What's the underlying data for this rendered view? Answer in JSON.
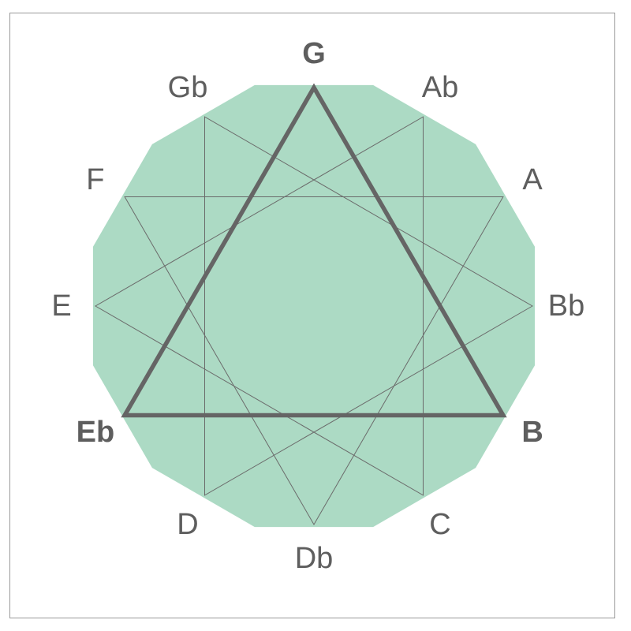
{
  "diagram": {
    "notes": [
      "G",
      "Ab",
      "A",
      "Bb",
      "B",
      "C",
      "Db",
      "D",
      "Eb",
      "E",
      "F",
      "Gb"
    ],
    "highlighted": [
      "G",
      "B",
      "Eb"
    ],
    "colors": {
      "fill": "#acdac4",
      "thin_line": "#6b6b6b",
      "triad_line": "#656565",
      "label": "#5e5e5e",
      "frame": "#9a9a9a"
    }
  }
}
